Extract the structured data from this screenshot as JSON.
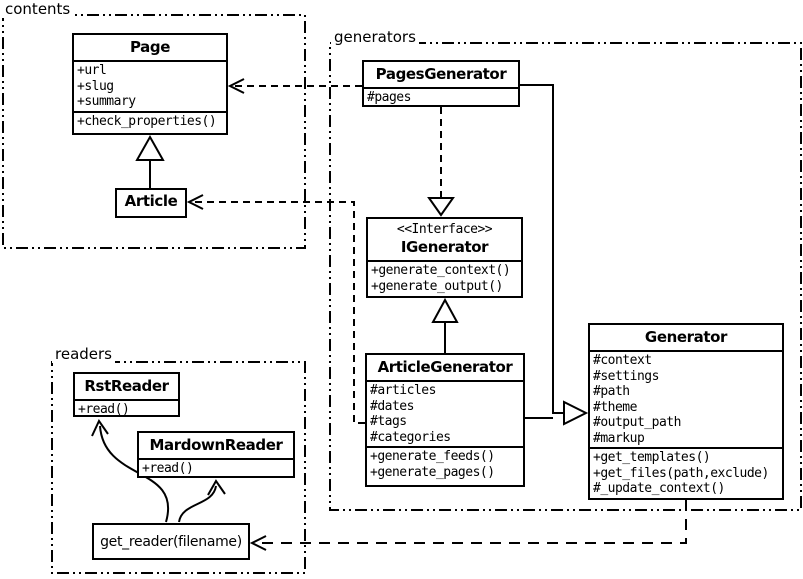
{
  "packages": {
    "contents": {
      "label": "contents"
    },
    "generators": {
      "label": "generators"
    },
    "readers": {
      "label": "readers"
    }
  },
  "classes": {
    "page": {
      "title": "Page",
      "attributes": [
        "+url",
        "+slug",
        "+summary"
      ],
      "methods": [
        "+check_properties()"
      ]
    },
    "article": {
      "title": "Article"
    },
    "pages_generator": {
      "title": "PagesGenerator",
      "attributes": [
        "#pages"
      ]
    },
    "igenerator": {
      "stereotype": "<<Interface>>",
      "title": "IGenerator",
      "methods": [
        "+generate_context()",
        "+generate_output()"
      ]
    },
    "article_generator": {
      "title": "ArticleGenerator",
      "attributes": [
        "#articles",
        "#dates",
        "#tags",
        "#categories"
      ],
      "methods": [
        "+generate_feeds()",
        "+generate_pages()"
      ]
    },
    "generator": {
      "title": "Generator",
      "attributes": [
        "#context",
        "#settings",
        "#path",
        "#theme",
        "#output_path",
        "#markup"
      ],
      "methods": [
        "+get_templates()",
        "+get_files(path,exclude)",
        "#_update_context()"
      ]
    },
    "rst_reader": {
      "title": "RstReader",
      "methods": [
        "+read()"
      ]
    },
    "mardown_reader": {
      "title": "MardownReader",
      "methods": [
        "+read()"
      ]
    },
    "get_reader": {
      "label": "get_reader(filename)"
    }
  },
  "edges": [
    {
      "type": "generalization",
      "from": "Article",
      "to": "Page"
    },
    {
      "type": "dependency",
      "from": "PagesGenerator",
      "to": "Page"
    },
    {
      "type": "dependency",
      "from": "ArticleGenerator",
      "to": "Article"
    },
    {
      "type": "realization",
      "from": "PagesGenerator",
      "to": "IGenerator"
    },
    {
      "type": "generalization",
      "from": "ArticleGenerator",
      "to": "IGenerator"
    },
    {
      "type": "generalization",
      "from": "PagesGenerator",
      "to": "Generator"
    },
    {
      "type": "generalization",
      "from": "ArticleGenerator",
      "to": "Generator"
    },
    {
      "type": "dependency",
      "from": "Generator",
      "to": "get_reader(filename)"
    },
    {
      "type": "arrow",
      "from": "get_reader(filename)",
      "to": "RstReader"
    },
    {
      "type": "arrow",
      "from": "get_reader(filename)",
      "to": "MardownReader"
    }
  ],
  "colors": {
    "stroke": "#000000",
    "fill": "#ffffff",
    "background": "#ffffff"
  }
}
